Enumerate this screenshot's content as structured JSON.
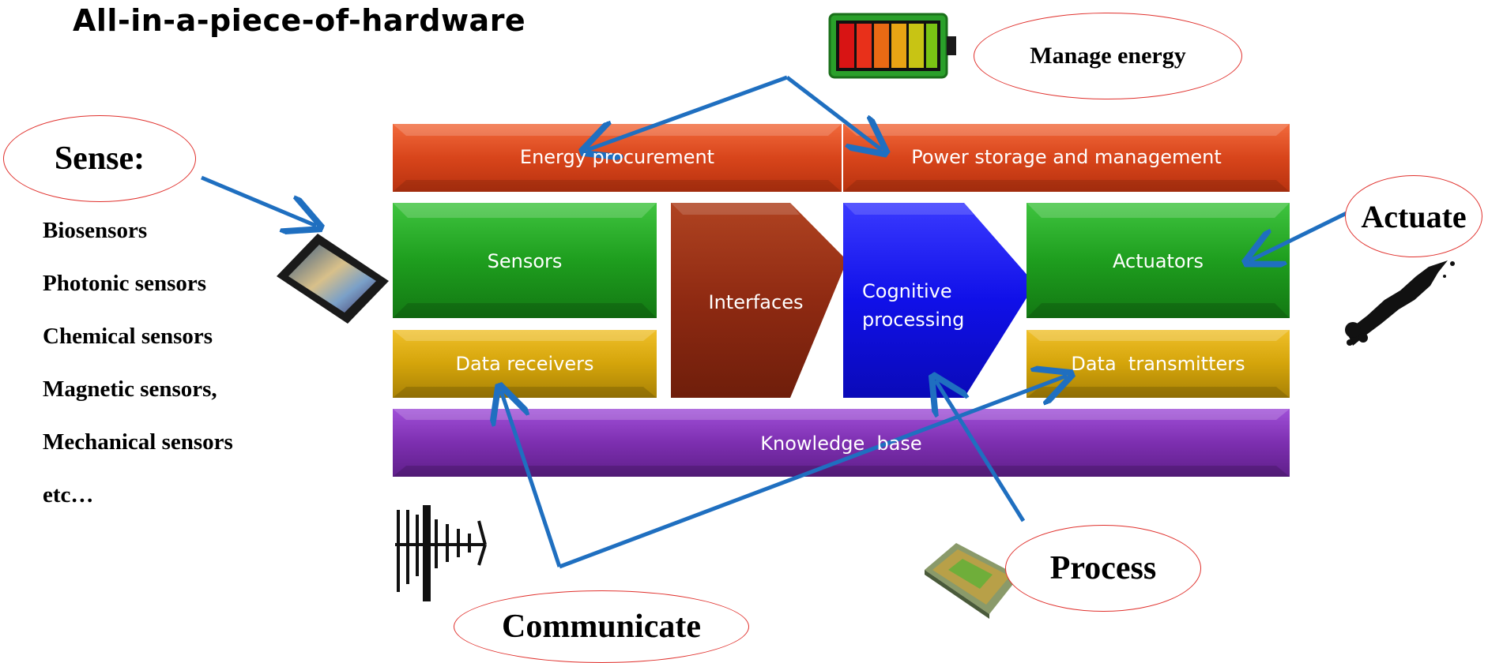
{
  "title": "All-in-a-piece-of-hardware",
  "callouts": {
    "manage_energy": "Manage energy",
    "sense": "Sense:",
    "actuate": "Actuate",
    "process": "Process",
    "communicate": "Communicate"
  },
  "sense_list": [
    "Biosensors",
    "Photonic sensors",
    "Chemical sensors",
    "Magnetic sensors,",
    "Mechanical sensors",
    "etc…"
  ],
  "blocks": {
    "energy_procurement": "Energy procurement",
    "power_storage": "Power storage and management",
    "sensors": "Sensors",
    "interfaces": "Interfaces",
    "cognitive_line1": "Cognitive",
    "cognitive_line2": "processing",
    "actuators": "Actuators",
    "data_receivers": "Data receivers",
    "data_transmitters": "Data  transmitters",
    "knowledge_base": "Knowledge  base"
  },
  "colors": {
    "energy": "#d9431a",
    "green": "#1e9e1e",
    "interfaces": "#8f2a12",
    "cognitive": "#1010e8",
    "gold": "#d4a40a",
    "purple": "#7d2fb0",
    "arrow": "#1f6fc0",
    "ellipse_border": "#e0312d"
  },
  "icons": [
    "battery-icon",
    "image-sensor-chip-icon",
    "actuator-splash-icon",
    "antenna-icon",
    "processor-chip-icon"
  ]
}
